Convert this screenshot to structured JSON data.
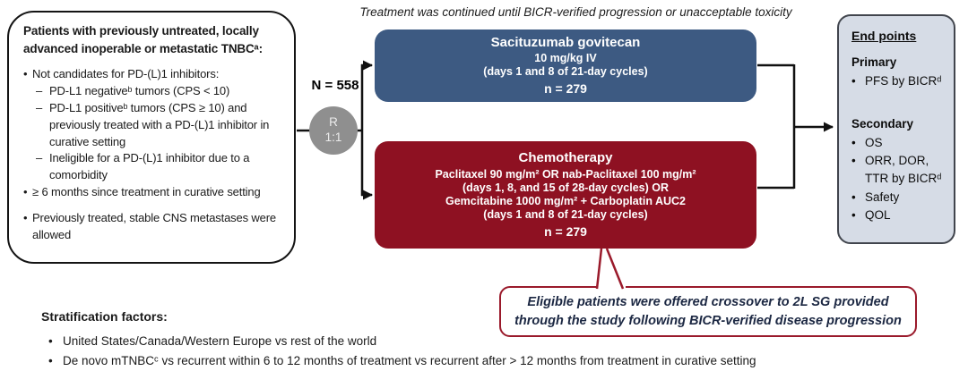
{
  "top_note": "Treatment was continued until BICR-verified progression or unacceptable toxicity",
  "eligibility_box": {
    "header": "Patients with previously untreated, locally advanced inoperable or metastatic TNBCᵃ:",
    "items": [
      {
        "marker": "•",
        "text": "Not candidates for PD-(L)1 inhibitors:"
      },
      {
        "marker": "–",
        "text": "PD-L1 negativeᵇ tumors (CPS < 10)"
      },
      {
        "marker": "–",
        "text": "PD-L1 positiveᵇ tumors (CPS ≥ 10) and previously treated with a PD-(L)1 inhibitor in curative setting"
      },
      {
        "marker": "–",
        "text": "Ineligible for a PD-(L)1 inhibitor due to a comorbidity"
      },
      {
        "marker": "•",
        "text": "≥ 6 months since treatment in curative setting"
      },
      {
        "marker": "•",
        "text": "Previously treated, stable CNS metastases were allowed"
      }
    ]
  },
  "randomization": {
    "n_label": "N = 558",
    "circle_line1": "R",
    "circle_line2": "1:1"
  },
  "sg_arm": {
    "title": "Sacituzumab govitecan",
    "line1": "10 mg/kg IV",
    "line2": "(days 1 and 8 of 21-day cycles)",
    "n": "n = 279"
  },
  "chemo_arm": {
    "title": "Chemotherapy",
    "line1": "Paclitaxel 90 mg/m² OR nab-Paclitaxel 100 mg/m²",
    "line2": "(days 1, 8, and 15 of 28-day cycles) OR",
    "line3": "Gemcitabine 1000 mg/m² + Carboplatin AUC2",
    "line4": "(days 1 and 8 of 21-day cycles)",
    "n": "n = 279"
  },
  "endpoints_box": {
    "title": "End points",
    "primary_label": "Primary",
    "primary_items": [
      {
        "marker": "•",
        "text": "PFS by BICRᵈ"
      }
    ],
    "secondary_label": "Secondary",
    "secondary_items": [
      {
        "marker": "•",
        "text": "OS"
      },
      {
        "marker": "•",
        "text": "ORR, DOR, TTR by BICRᵈ"
      },
      {
        "marker": "•",
        "text": "Safety"
      },
      {
        "marker": "•",
        "text": "QOL"
      }
    ]
  },
  "crossover_note": {
    "line1": "Eligible patients were offered crossover to 2L SG provided",
    "line2": "through the study following BICR-verified disease progression"
  },
  "stratification": {
    "title": "Stratification factors:",
    "items": [
      {
        "marker": "•",
        "text": "United States/Canada/Western Europe vs rest of the world"
      },
      {
        "marker": "•",
        "text": "De novo mTNBCᶜ vs recurrent within 6 to 12 months of treatment vs recurrent after > 12 months from treatment in curative setting"
      }
    ]
  },
  "colors": {
    "sg_box_bg": "#3d5a82",
    "chemo_box_bg": "#8e1122",
    "endpoints_bg": "#d6dce6",
    "endpoints_border": "#41454d",
    "crossover_border": "#9a1a2b",
    "crossover_text": "#1b2742",
    "randomization_circle": "#8f8f8f",
    "connector": "#111111"
  }
}
